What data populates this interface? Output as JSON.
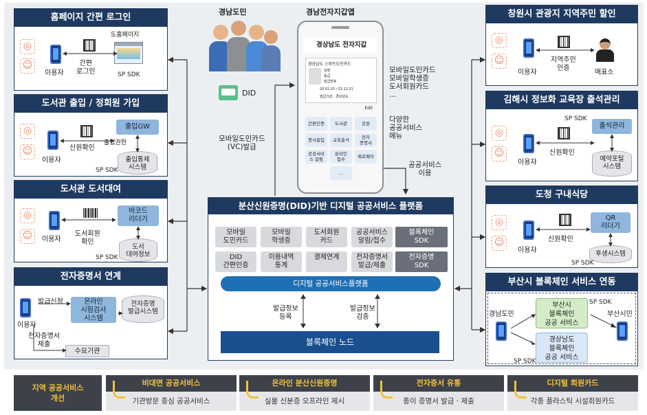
{
  "panels": {
    "homepage": {
      "title": "홈페이지 간편 로그인",
      "user": "이용자",
      "site": "도홈페이지",
      "step": "간편\n로그인",
      "sdk": "SP SDK"
    },
    "library_join": {
      "title": "도서관 출입 / 정회원 가입",
      "user": "이용자",
      "verify": "신원확인",
      "gate": "출입GW",
      "auth": "출입권한",
      "system": "출입통제\n시스템",
      "sdk": "SP SDK"
    },
    "library_loan": {
      "title": "도서관 도서대여",
      "user": "이용자",
      "verify": "도서회원\n확인",
      "reader": "바코드\n리더기",
      "db": "도서\n대여정보",
      "sdk": "SP SDK"
    },
    "cert_link": {
      "title": "전자증명서 연계",
      "user": "이용자",
      "apply": "발급신청",
      "online": "온라인\n시험검사\n시스템",
      "issue_sys": "전자증명\n발급시스템",
      "submit": "전자증명서\n제출",
      "agency": "수요기관"
    },
    "changwon": {
      "title": "창원시 관광지 지역주민 할인",
      "user": "이용자",
      "verify": "지역주민\n인증",
      "booth": "매표소"
    },
    "gimhae": {
      "title": "김해시 정보화 교육장 출석관리",
      "user": "이용자",
      "verify": "신원확인",
      "sdk": "SP SDK",
      "attend": "출석관리",
      "portal": "예약포털\n시스템"
    },
    "dochung": {
      "title": "도청 구내식당",
      "user": "이용자",
      "verify": "신원확인",
      "reader": "QR\n리더기",
      "welfare": "후생시스템",
      "sdk": "SP SDK"
    },
    "busan": {
      "title": "부산시 블록체인 서비스 연동",
      "left_user": "경남도민",
      "right_user": "부산시민",
      "busan_chain": "부산시\n블록체인\n공공 서비스",
      "gn_chain": "경상남도\n블록체인\n공공 서비스",
      "sdk1": "SP SDK",
      "sdk2": "SP SDK"
    }
  },
  "center": {
    "citizens_label": "경남도민",
    "did_label": "DID",
    "app_label": "경남전자지갑앱",
    "app_header": "경상남도 전자지갑",
    "card_title": "경상남도 스마트도민카드",
    "card_lines": [
      "성명",
      "등급",
      "발급번호",
      "20.01.01~23.12.31",
      "발급기관 : 경상남도"
    ],
    "edit_label": "Edit",
    "menu": [
      "간편인증",
      "도서관",
      "공원",
      "청사출입",
      "교육출석",
      "전자\n증명서",
      "공공서비\n스 알림",
      "온라인\n접수",
      "제로페이",
      "..."
    ],
    "right_notes": "모바일도민카드\n모바일학생증\n도서회원카드\n...",
    "right_notes2": "다양한\n공공서비스\n메뉴",
    "use_label": "공공서비스\n이용",
    "issue_label": "모바일도민카드\n(VC)발급"
  },
  "platform": {
    "title": "분산신원증명(DID)기반 디지털 공공서비스 플랫폼",
    "cells": [
      "모바일\n도민카드",
      "모바일\n학생증",
      "도서회원\n카드",
      "공공서비스\n알림/접수",
      "블록체인\nSDK",
      "DID\n간편인증",
      "이용내역\n통계",
      "결제연계",
      "전자증명서\n발급/제출",
      "전자증명\nSDK"
    ],
    "bar": "디지털 공공서비스플랫폼",
    "left_arrow": "발급정보\n등록",
    "right_arrow": "발급정보\n검증",
    "node": "블록체인 노드"
  },
  "bottom": {
    "lead": "지역 공공서비스\n개선",
    "items": [
      {
        "head": "비대면 공공서비스",
        "body": "기관방문 중심 공공서비스"
      },
      {
        "head": "온라인 분산신원증명",
        "body": "실물 신분증 오프라인 제시"
      },
      {
        "head": "전자증서 유통",
        "body": "종이 증명서 발급 · 제출"
      },
      {
        "head": "디지털 회원카드",
        "body": "각종 플라스틱 시설회원카드"
      }
    ]
  },
  "colors": {
    "navy": "#1f3a60",
    "accent": "#f3c13a",
    "platform_bar": "#1f6fb5",
    "node": "#1a4f8f"
  }
}
